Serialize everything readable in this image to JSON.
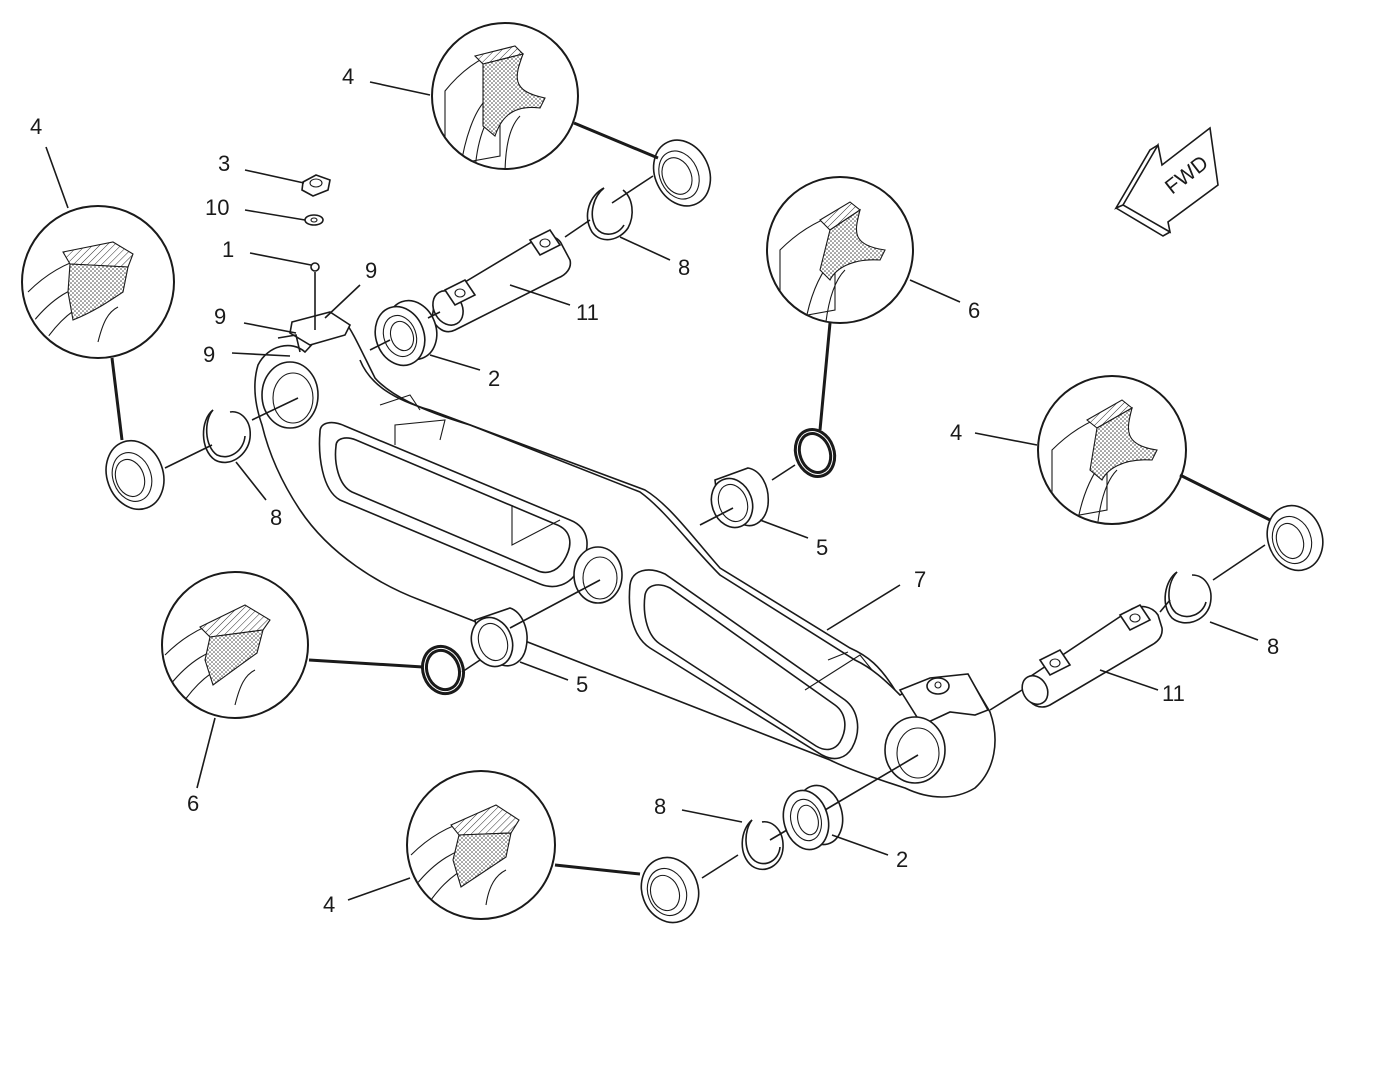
{
  "diagram": {
    "direction_label": "FWD",
    "callouts": [
      {
        "id": "c-4a",
        "text": "4"
      },
      {
        "id": "c-4b",
        "text": "4"
      },
      {
        "id": "c-3",
        "text": "3"
      },
      {
        "id": "c-10",
        "text": "10"
      },
      {
        "id": "c-1",
        "text": "1"
      },
      {
        "id": "c-9a",
        "text": "9"
      },
      {
        "id": "c-9b",
        "text": "9"
      },
      {
        "id": "c-9c",
        "text": "9"
      },
      {
        "id": "c-2a",
        "text": "2"
      },
      {
        "id": "c-11a",
        "text": "11"
      },
      {
        "id": "c-8a",
        "text": "8"
      },
      {
        "id": "c-6a",
        "text": "6"
      },
      {
        "id": "c-8b",
        "text": "8"
      },
      {
        "id": "c-4c",
        "text": "4"
      },
      {
        "id": "c-5a",
        "text": "5"
      },
      {
        "id": "c-7",
        "text": "7"
      },
      {
        "id": "c-8c",
        "text": "8"
      },
      {
        "id": "c-5b",
        "text": "5"
      },
      {
        "id": "c-11b",
        "text": "11"
      },
      {
        "id": "c-6b",
        "text": "6"
      },
      {
        "id": "c-8d",
        "text": "8"
      },
      {
        "id": "c-2b",
        "text": "2"
      },
      {
        "id": "c-4d",
        "text": "4"
      }
    ]
  }
}
